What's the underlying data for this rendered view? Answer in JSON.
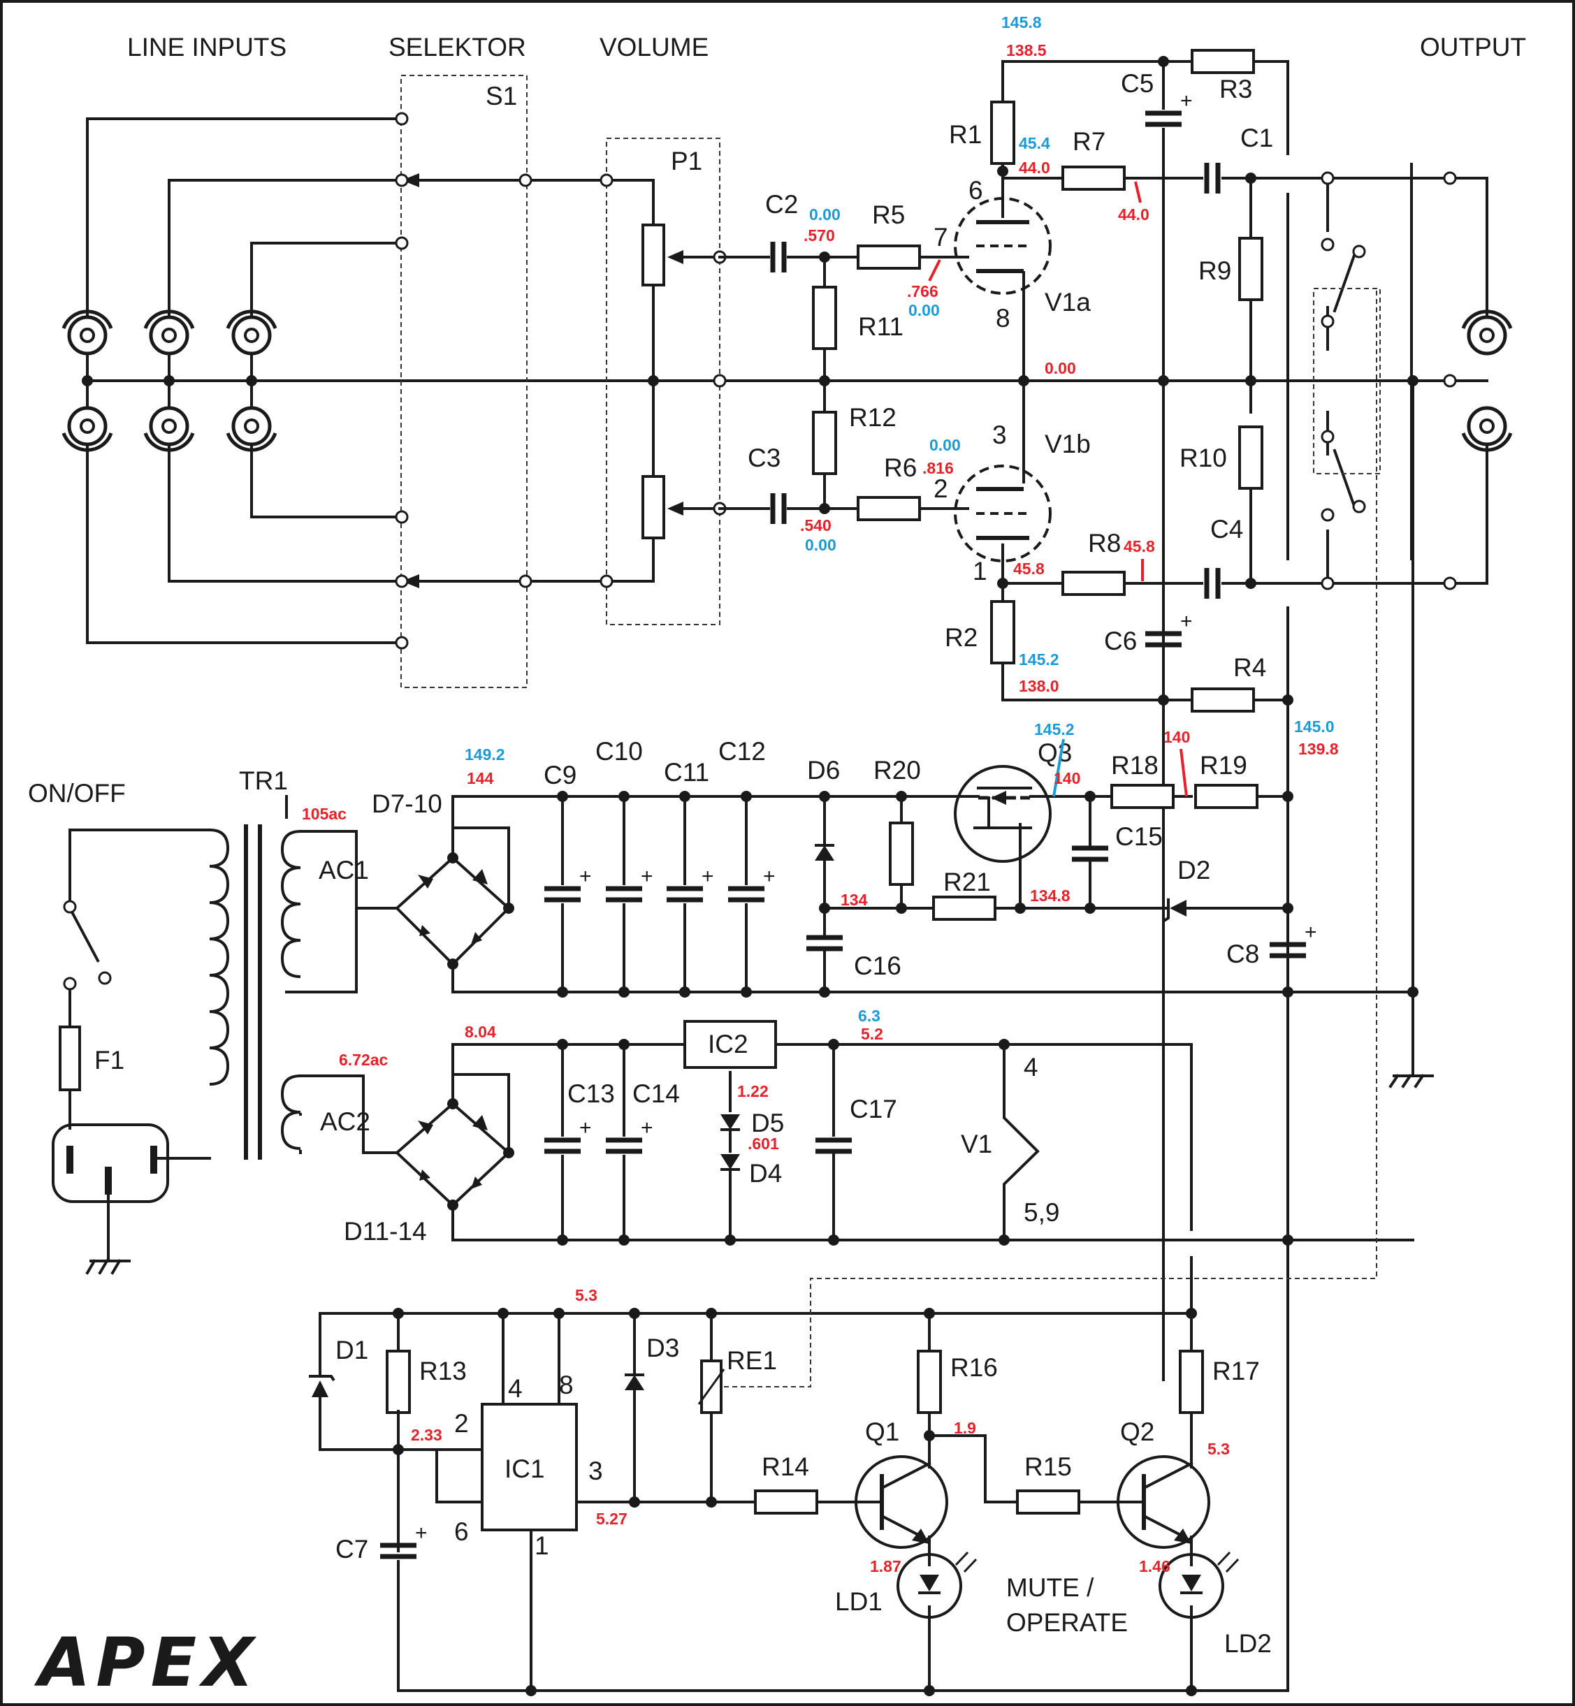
{
  "headers": {
    "line_inputs": "LINE INPUTS",
    "selektor": "SELEKTOR",
    "volume": "VOLUME",
    "output": "OUTPUT",
    "on_off": "ON/OFF",
    "mute_operate_1": "MUTE /",
    "mute_operate_2": "OPERATE"
  },
  "logo": "APEX",
  "components": {
    "S1": "S1",
    "P1": "P1",
    "TR1": "TR1",
    "AC1": "AC1",
    "AC2": "AC2",
    "F1": "F1",
    "D7_10": "D7-10",
    "D11_14": "D11-14",
    "C1": "C1",
    "C2": "C2",
    "C3": "C3",
    "C4": "C4",
    "C5": "C5",
    "C6": "C6",
    "C7": "C7",
    "C8": "C8",
    "C9": "C9",
    "C10": "C10",
    "C11": "C11",
    "C12": "C12",
    "C13": "C13",
    "C14": "C14",
    "C15": "C15",
    "C16": "C16",
    "C17": "C17",
    "R1": "R1",
    "R2": "R2",
    "R3": "R3",
    "R4": "R4",
    "R5": "R5",
    "R6": "R6",
    "R7": "R7",
    "R8": "R8",
    "R9": "R9",
    "R10": "R10",
    "R11": "R11",
    "R12": "R12",
    "R13": "R13",
    "R14": "R14",
    "R15": "R15",
    "R16": "R16",
    "R17": "R17",
    "R18": "R18",
    "R19": "R19",
    "R20": "R20",
    "R21": "R21",
    "D1": "D1",
    "D2": "D2",
    "D3": "D3",
    "D4": "D4",
    "D5": "D5",
    "D6": "D6",
    "Q1": "Q1",
    "Q2": "Q2",
    "Q3": "Q3",
    "IC1": "IC1",
    "IC2": "IC2",
    "V1": "V1",
    "V1a": "V1a",
    "V1b": "V1b",
    "RE1": "RE1",
    "LD1": "LD1",
    "LD2": "LD2"
  },
  "pins": {
    "v1_6": "6",
    "v1_7": "7",
    "v1_8": "8",
    "v1_3": "3",
    "v1_2": "2",
    "v1_1": "1",
    "v1_heater_4": "4",
    "v1_heater_59": "5,9",
    "ic1_4": "4",
    "ic1_8": "8",
    "ic1_2": "2",
    "ic1_6": "6",
    "ic1_3": "3",
    "ic1_1": "1"
  },
  "voltages": {
    "v145_8_top": "145.8",
    "v138_5_top": "138.5",
    "v45_4": "45.4",
    "v44_0_a": "44.0",
    "v44_0_b": "44.0",
    "c2_blue": "0.00",
    "c2_red": ".570",
    "g7_red": ".766",
    "g7_blue": "0.00",
    "cathode_gnd": "0.00",
    "g2_blue": "0.00",
    "g2_red": ".816",
    "c3_red": ".540",
    "c3_blue": "0.00",
    "v45_8_a": "45.8",
    "v45_8_b": "45.8",
    "r2_blue": "145.2",
    "r2_red": "138.0",
    "r4_blue": "145.0",
    "r4_red": "139.8",
    "q3_blue": "145.2",
    "q3_red": "140",
    "r18_red": "140",
    "ps_blue": "149.2",
    "ps_red": "144",
    "ac1": "105ac",
    "v134": "134",
    "v134_8": "134.8",
    "ac2": "6.72ac",
    "v8_04": "8.04",
    "ic2_blue": "6.3",
    "ic2_red": "5.2",
    "d5_red": "1.22",
    "d4_red": ".601",
    "ic1_top": "5.3",
    "ic1_2": "2.33",
    "ic1_3": "5.27",
    "q1_c": "1.9",
    "q1_e": "1.87",
    "q2_c": "5.3",
    "q2_e": "1.46"
  },
  "colors": {
    "measured_red": "#e52129",
    "measured_blue": "#1c9ad6"
  }
}
